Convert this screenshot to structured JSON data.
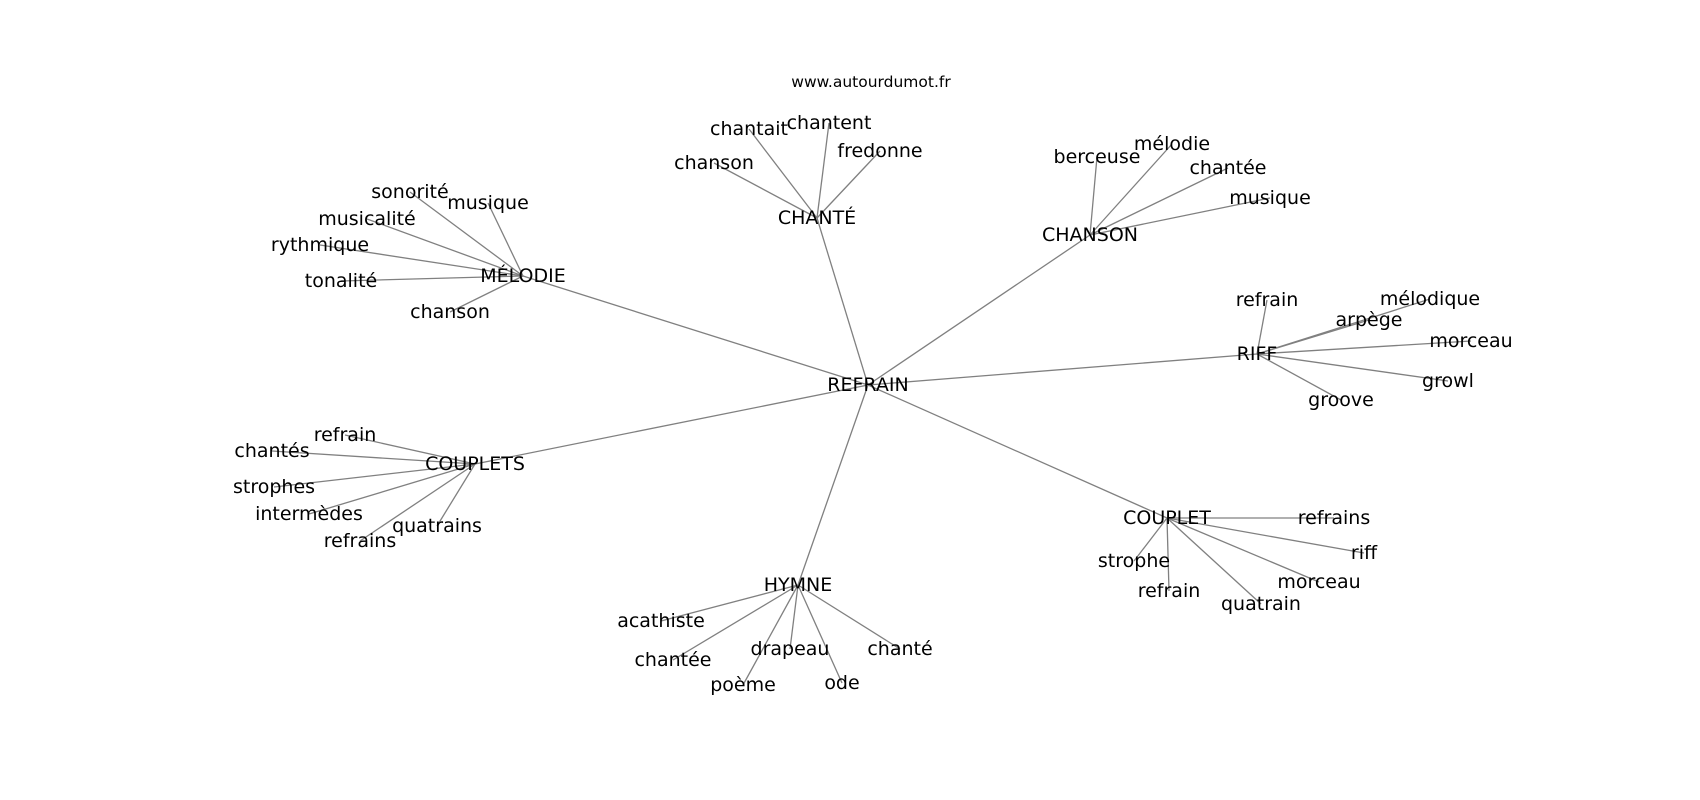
{
  "header": {
    "site": "www.autourdumot.fr"
  },
  "graph": {
    "center": "REFRAIN",
    "clusters": [
      {
        "hub": "MÉLODIE",
        "leaves": [
          "sonorité",
          "musique",
          "musicalité",
          "rythmique",
          "tonalité",
          "chanson"
        ]
      },
      {
        "hub": "CHANTÉ",
        "leaves": [
          "chantait",
          "chantent",
          "fredonne",
          "chanson"
        ]
      },
      {
        "hub": "CHANSON",
        "leaves": [
          "berceuse",
          "mélodie",
          "chantée",
          "musique"
        ]
      },
      {
        "hub": "RIFF",
        "leaves": [
          "refrain",
          "mélodique",
          "arpège",
          "morceau",
          "growl",
          "groove"
        ]
      },
      {
        "hub": "COUPLET",
        "leaves": [
          "refrains",
          "riff",
          "morceau",
          "strophe",
          "refrain",
          "quatrain"
        ]
      },
      {
        "hub": "HYMNE",
        "leaves": [
          "acathiste",
          "chantée",
          "drapeau",
          "chanté",
          "poème",
          "ode"
        ]
      },
      {
        "hub": "COUPLETS",
        "leaves": [
          "refrain",
          "chantés",
          "strophes",
          "intermèdes",
          "refrains",
          "quatrains"
        ]
      }
    ]
  }
}
